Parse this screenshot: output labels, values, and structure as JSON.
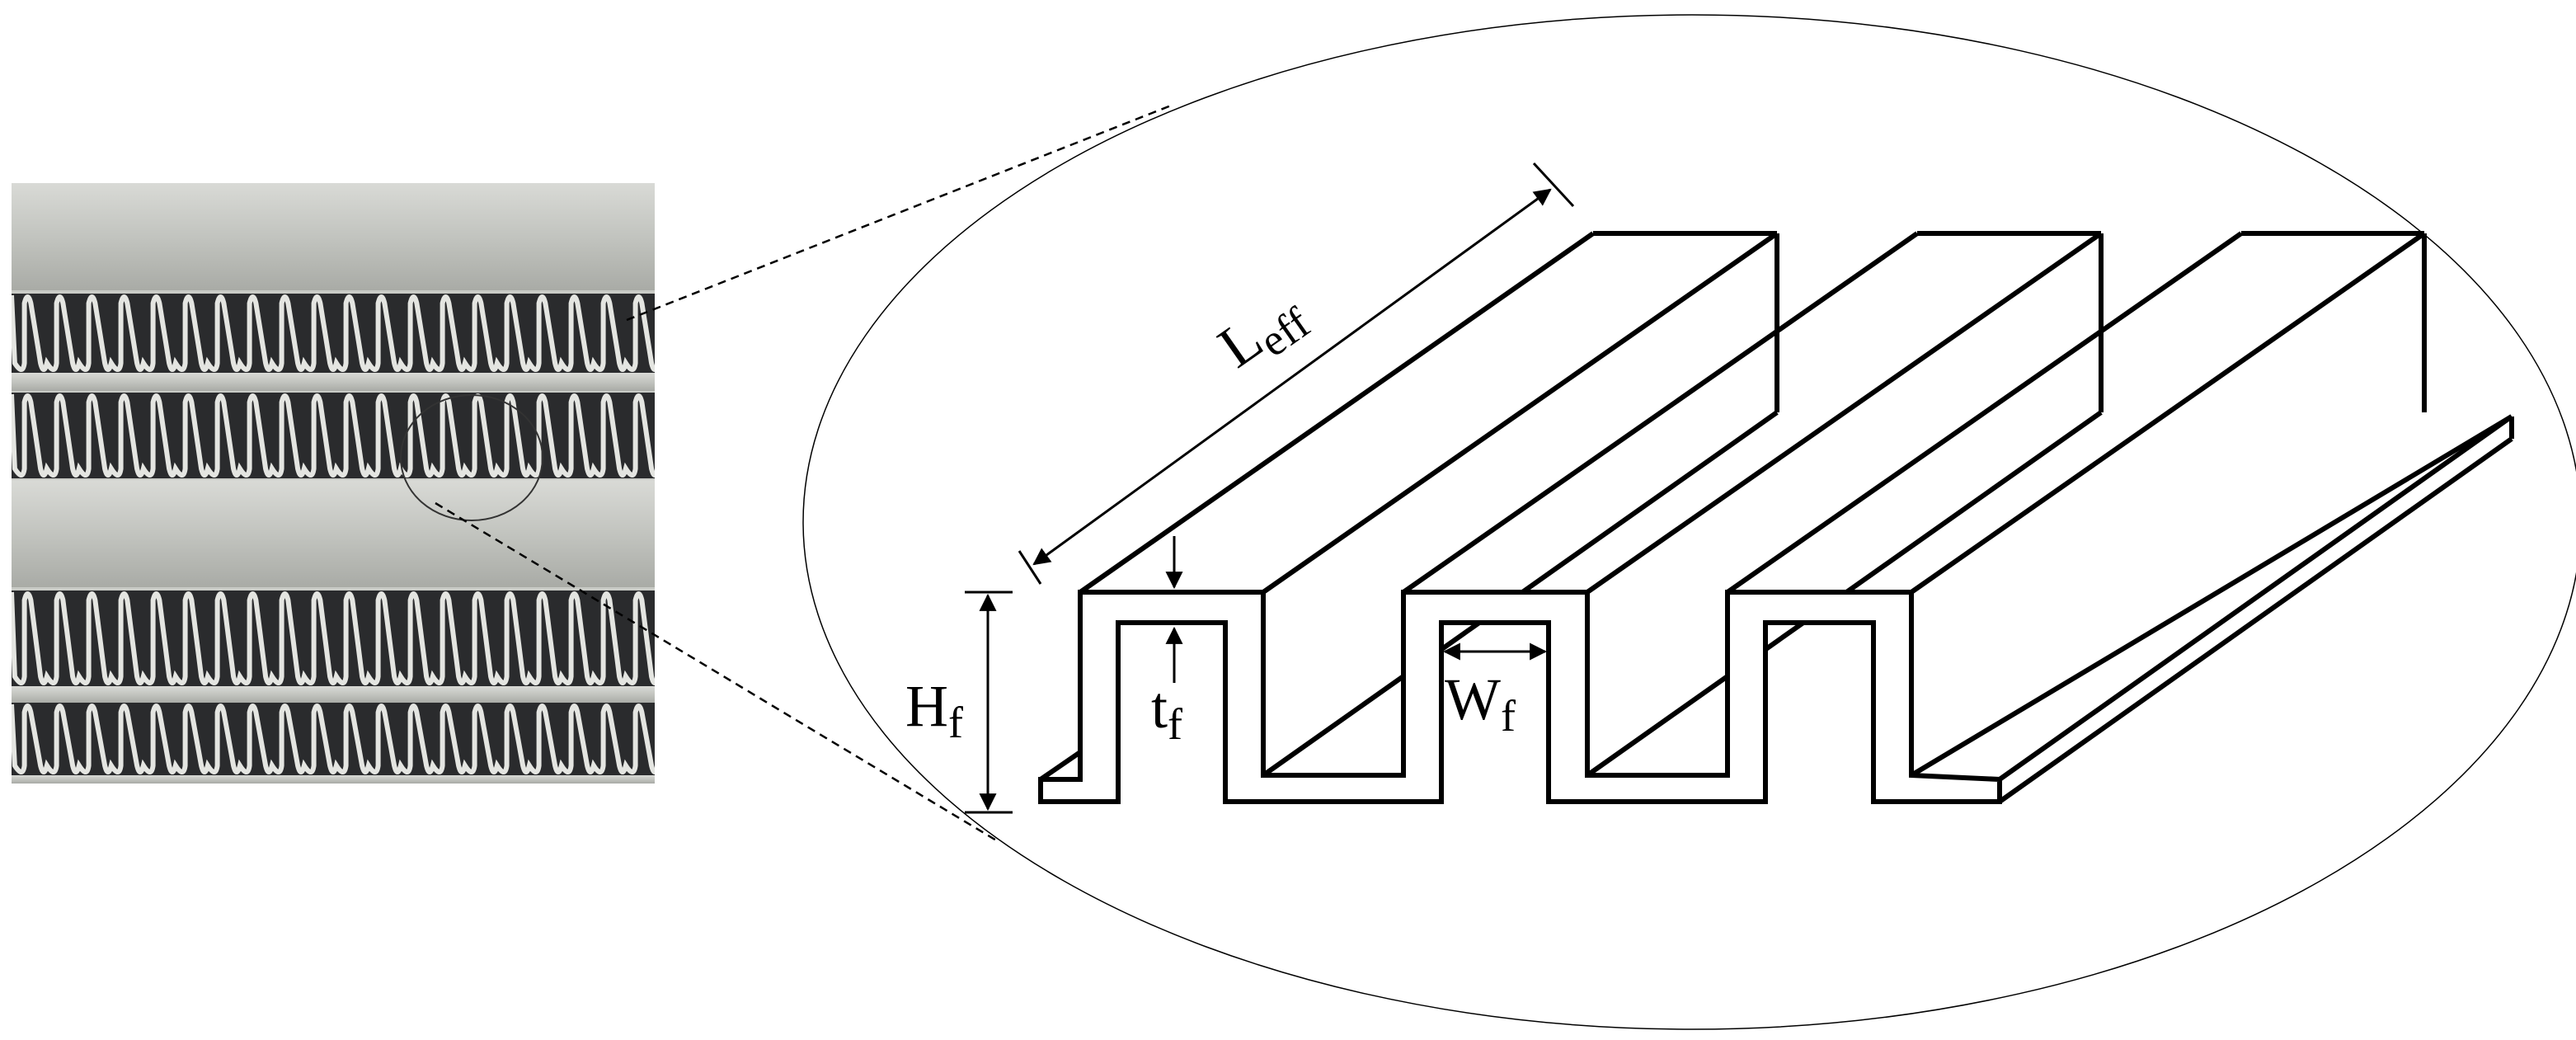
{
  "labels": {
    "length_main": "L",
    "length_sub": "eff",
    "height_main": "H",
    "height_sub": "f",
    "thickness_main": "t",
    "thickness_sub": "f",
    "width_main": "W",
    "width_sub": "f"
  },
  "photo": {
    "fin_rows": 4,
    "fins_per_row": 20
  },
  "colors": {
    "line": "#000000",
    "photo_tube": "#c9cbc6",
    "photo_gap": "#2a2b2d",
    "photo_fin": "#e4e5e1"
  }
}
